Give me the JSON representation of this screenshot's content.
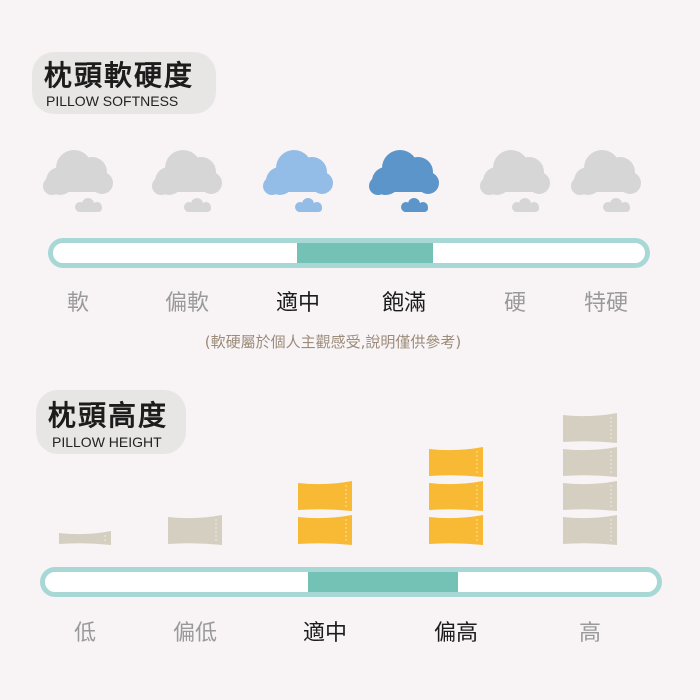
{
  "softness": {
    "title": "枕頭軟硬度",
    "subtitle": "PILLOW SOFTNESS",
    "levels": [
      {
        "label": "軟",
        "active": false,
        "cloud_color": "#d6d6d6"
      },
      {
        "label": "偏軟",
        "active": false,
        "cloud_color": "#d6d6d6"
      },
      {
        "label": "適中",
        "active": true,
        "cloud_color": "#93bde6"
      },
      {
        "label": "飽滿",
        "active": true,
        "cloud_color": "#5b95c9"
      },
      {
        "label": "硬",
        "active": false,
        "cloud_color": "#d6d6d6"
      },
      {
        "label": "特硬",
        "active": false,
        "cloud_color": "#d6d6d6"
      }
    ],
    "note": "(軟硬屬於個人主觀感受,說明僅供參考)"
  },
  "height": {
    "title": "枕頭高度",
    "subtitle": "PILLOW HEIGHT",
    "levels": [
      {
        "label": "低",
        "active": false,
        "stack_count": 1,
        "pillow_color": "#d5cfc2"
      },
      {
        "label": "偏低",
        "active": false,
        "stack_count": 1,
        "pillow_color": "#d5cfc2"
      },
      {
        "label": "適中",
        "active": true,
        "stack_count": 2,
        "pillow_color": "#f8b934"
      },
      {
        "label": "偏高",
        "active": true,
        "stack_count": 3,
        "pillow_color": "#f8b934"
      },
      {
        "label": "高",
        "active": false,
        "stack_count": 4,
        "pillow_color": "#d5cfc2"
      }
    ]
  },
  "colors": {
    "track_border": "#a8d8d6",
    "track_fill": "#74c1b6",
    "inactive_text": "#9a9a9a",
    "active_text": "#1c1c1c"
  }
}
